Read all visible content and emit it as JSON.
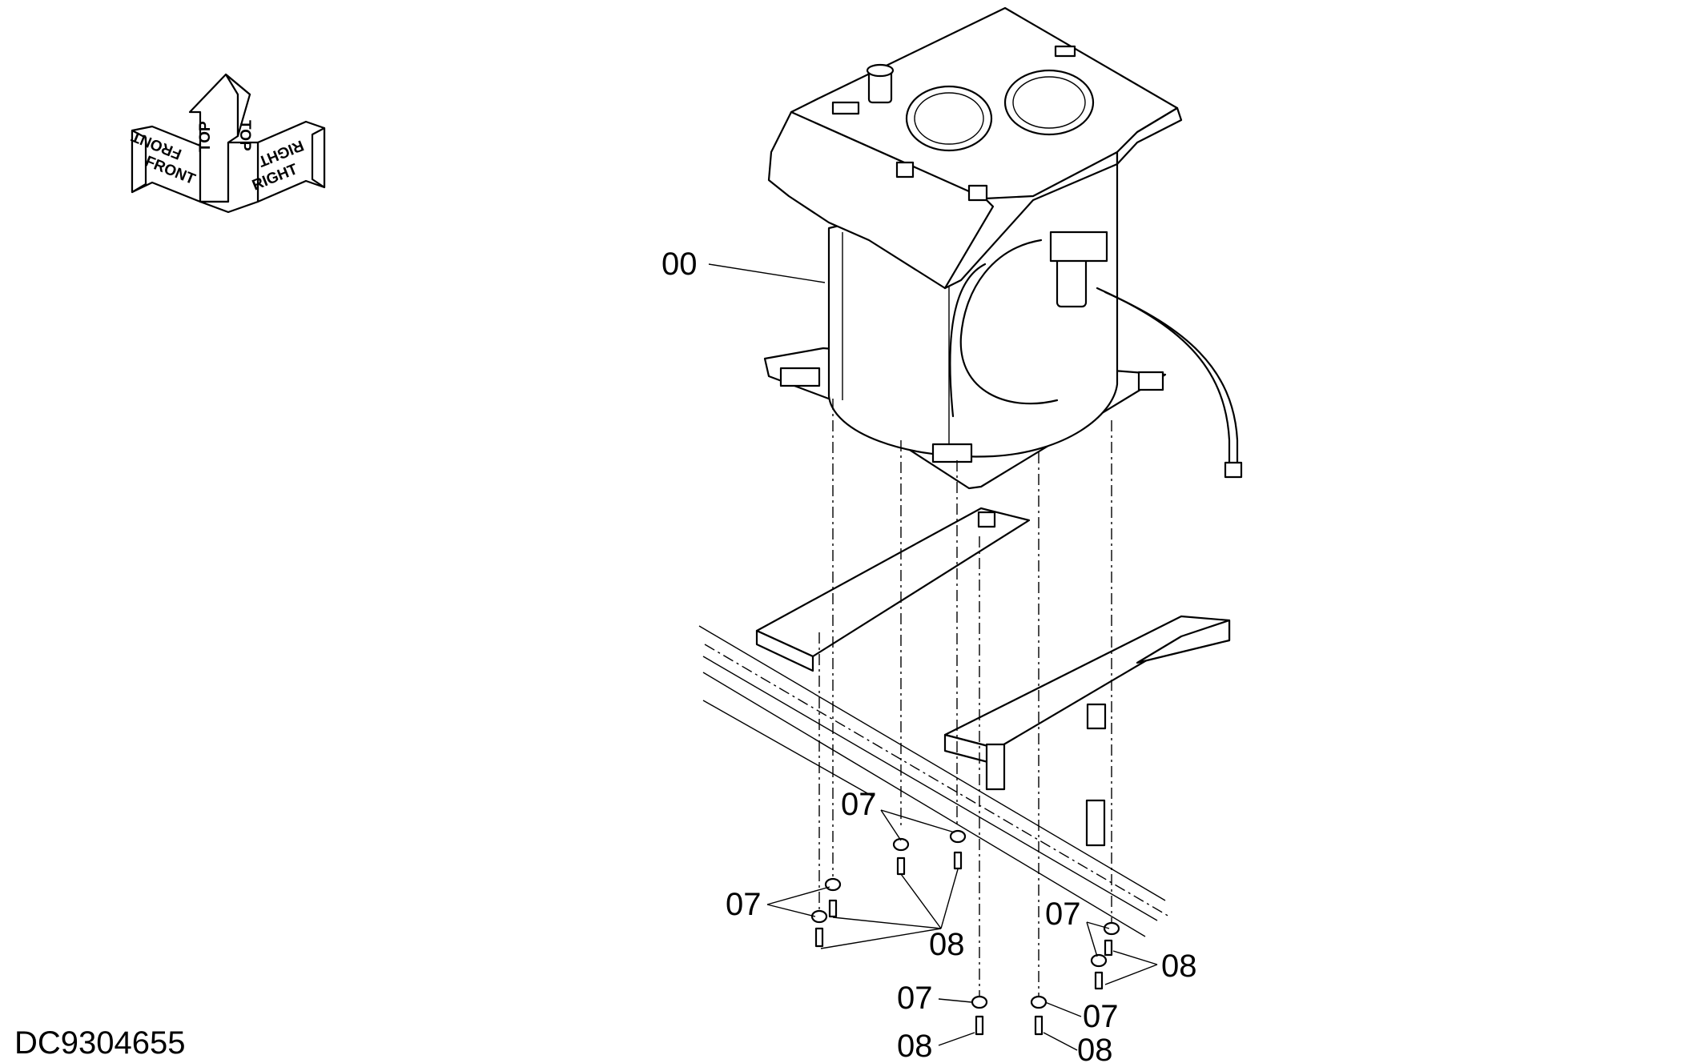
{
  "drawing_id": "DC9304655",
  "orientation": {
    "front": "FRONT",
    "top": "TOP",
    "right": "RIGHT"
  },
  "callouts": {
    "part_00": "00",
    "nut_a": "07",
    "nut_b": "07",
    "nut_c": "07",
    "nut_d": "07",
    "nut_e": "07",
    "bolt_a": "08",
    "bolt_b": "08",
    "bolt_c": "08",
    "bolt_d": "08"
  }
}
